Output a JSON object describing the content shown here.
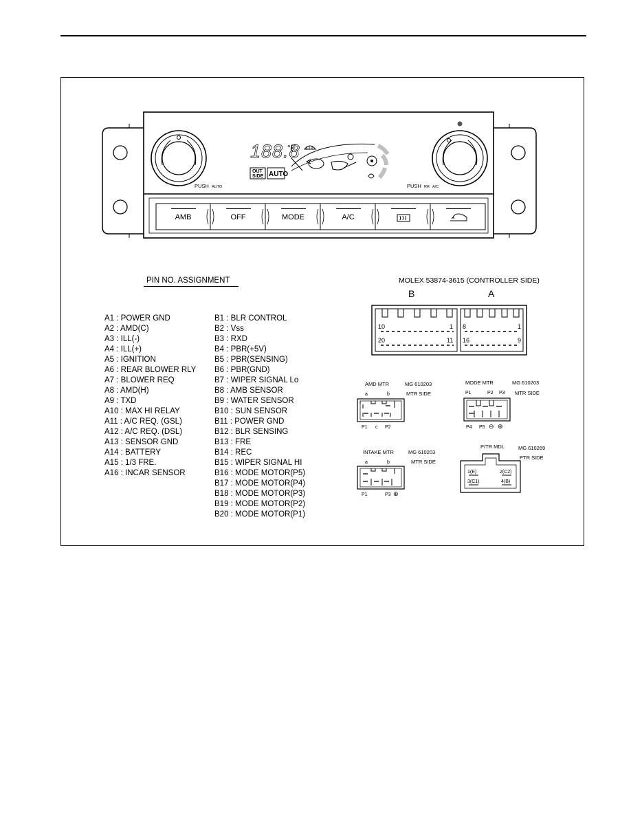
{
  "panel": {
    "display_digits": "188.8",
    "display_unit": "°F",
    "outside_label_1": "OUT",
    "outside_label_2": "SIDE",
    "auto_label": "AUTO",
    "push_left": "PUSH",
    "push_left_small": "AUTO",
    "push_right": "PUSH",
    "push_right_small_1": "RR",
    "push_right_small_2": "A/C",
    "buttons": [
      {
        "label": "AMB"
      },
      {
        "label": "OFF"
      },
      {
        "label": "MODE"
      },
      {
        "label": "A/C"
      },
      {
        "icon": "rear-defrost-icon"
      },
      {
        "icon": "recirculation-icon"
      }
    ]
  },
  "pin_assignment": {
    "title": "PIN NO.  ASSIGNMENT",
    "a_pins": [
      "A1  :  POWER GND",
      "A2  :  AMD(C)",
      "A3  :  ILL(-)",
      "A4  :  ILL(+)",
      "A5  :  IGNITION",
      "A6  :  REAR BLOWER RLY",
      "A7  :  BLOWER REQ",
      "A8  :  AMD(H)",
      "A9  :  TXD",
      "A10  :  MAX HI RELAY",
      "A11  :  A/C REQ.  (GSL)",
      "A12  :  A/C  REQ.  (DSL)",
      "A13  :  SENSOR  GND",
      "A14  :  BATTERY",
      "A15  :  1/3  FRE.",
      "A16  :  INCAR SENSOR"
    ],
    "b_pins": [
      "B1  :  BLR CONTROL",
      "B2  :  Vss",
      "B3  :  RXD",
      "B4  :  PBR(+5V)",
      "B5  :  PBR(SENSING)",
      "B6  :  PBR(GND)",
      "B7  :  WIPER SIGNAL Lo",
      "B8  :  AMB SENSOR",
      "B9  :  WATER SENSOR",
      "B10  :  SUN SENSOR",
      "B11  :  POWER GND",
      "B12  :  BLR SENSING",
      "B13  :  FRE",
      "B14  :  REC",
      "B15  :  WIPER SIGNAL HI",
      "B16  :  MODE MOTOR(P5)",
      "B17  :  MODE MOTOR(P4)",
      "B18  :  MODE MOTOR(P3)",
      "B19  :  MODE MOTOR(P2)",
      "B20  :  MODE MOTOR(P1)"
    ]
  },
  "connectors": {
    "molex_title": "MOLEX  53874-3615  (CONTROLLER SIDE)",
    "b_label": "B",
    "a_label": "A",
    "b_pin_10": "10",
    "b_pin_1": "1",
    "b_pin_20": "20",
    "b_pin_11": "11",
    "a_pin_8": "8",
    "a_pin_1": "1",
    "a_pin_16": "16",
    "a_pin_9": "9",
    "amd": {
      "title": "AMD  MTR",
      "part": "MG  610203",
      "side": "MTR  SIDE",
      "top_a": "a",
      "top_b": "b",
      "bot_p1": "P1",
      "bot_c": "c",
      "bot_p2": "P2"
    },
    "mode": {
      "title": "MODE  MTR",
      "part": "MG  610203",
      "side": "MTR  SIDE",
      "top_p1": "P1",
      "top_p2": "P2",
      "top_p3": "P3",
      "bot_p4": "P4",
      "bot_p5": "P5",
      "bot_minus": "⊖",
      "bot_plus": "⊕"
    },
    "intake": {
      "title": "INTAKE  MTR",
      "part": "MG  610203",
      "side": "MTR  SIDE",
      "top_a": "a",
      "top_b": "b",
      "bot_p1": "P1",
      "bot_p3": "P3",
      "bot_plus": "⊕"
    },
    "ptr": {
      "title": "P/TR  MDL",
      "part": "MG  610269",
      "side": "PTR  SIDE",
      "pin1": "1(E)",
      "pin2": "2(C2)",
      "pin3": "3(C1)",
      "pin4": "4(B)"
    }
  }
}
